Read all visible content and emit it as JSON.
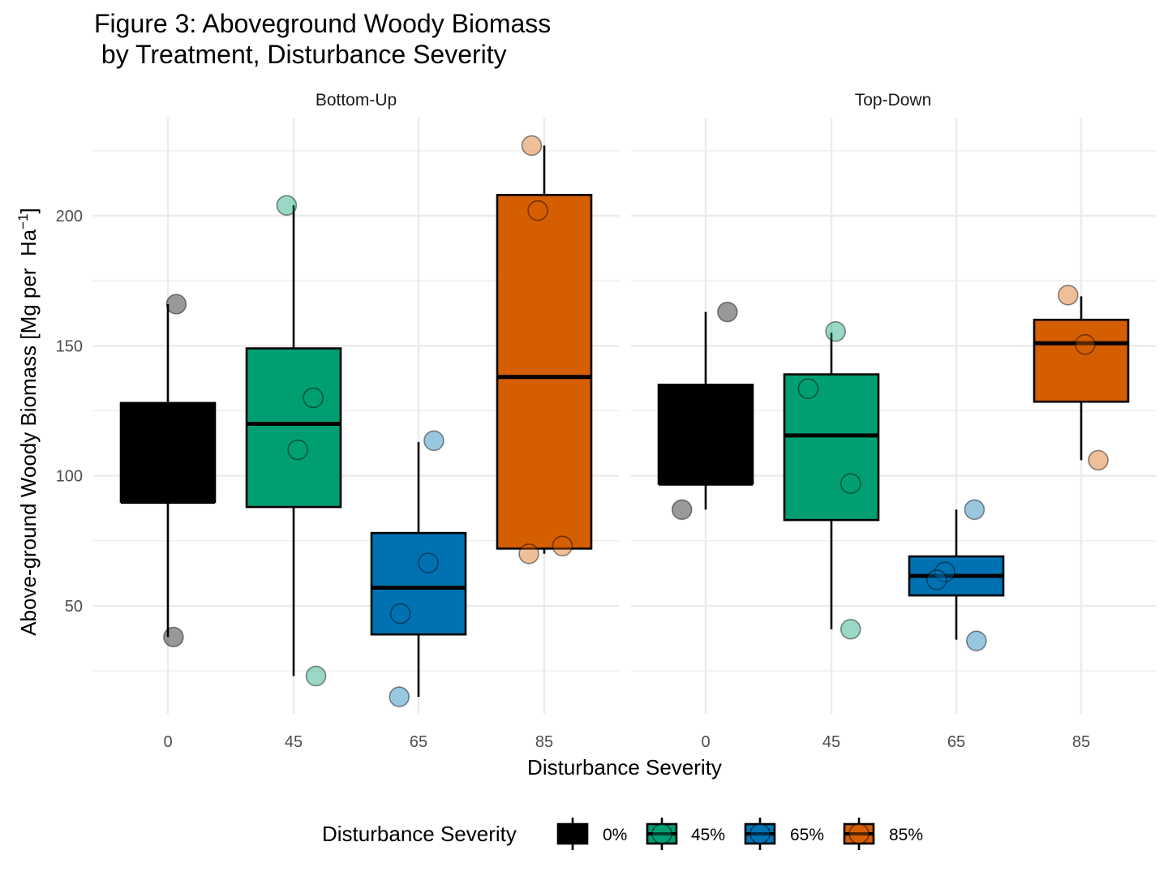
{
  "chart_data": {
    "type": "box",
    "title_lines": [
      "Figure 3:  Aboveground Woody Biomass",
      " by Treatment, Disturbance Severity"
    ],
    "xlabel": "Disturbance Severity",
    "ylabel": "Above-ground Woody Biomass [Mg per  Ha",
    "ylabel_sup": "−1",
    "ylabel_end": "]",
    "ylim": [
      8,
      232
    ],
    "yticks": [
      50,
      100,
      150,
      200
    ],
    "categories": [
      "0",
      "45",
      "65",
      "85"
    ],
    "grid": true,
    "legend": {
      "title": "Disturbance Severity",
      "position": "bottom",
      "entries": [
        {
          "label": "0%",
          "color": "#000000"
        },
        {
          "label": "45%",
          "color": "#009E73"
        },
        {
          "label": "65%",
          "color": "#0072B2"
        },
        {
          "label": "85%",
          "color": "#D55E00"
        }
      ]
    },
    "panels": [
      {
        "name": "Bottom-Up",
        "boxes": [
          {
            "category": "0",
            "color": "#000000",
            "whisker_low": 38,
            "q1": 90,
            "median": 90,
            "q3": 128,
            "whisker_high": 166
          },
          {
            "category": "45",
            "color": "#009E73",
            "whisker_low": 23,
            "q1": 88,
            "median": 120,
            "q3": 149,
            "whisker_high": 204
          },
          {
            "category": "65",
            "color": "#0072B2",
            "whisker_low": 15,
            "q1": 39,
            "median": 57,
            "q3": 78,
            "whisker_high": 113
          },
          {
            "category": "85",
            "color": "#D55E00",
            "whisker_low": 70,
            "q1": 72,
            "median": 138,
            "q3": 208,
            "whisker_high": 227
          }
        ],
        "points": [
          {
            "category": "0",
            "x_jitter": 3,
            "y": 166
          },
          {
            "category": "0",
            "x_jitter": 2,
            "y": 38
          },
          {
            "category": "45",
            "x_jitter": -2.5,
            "y": 204
          },
          {
            "category": "45",
            "x_jitter": 7,
            "y": 130
          },
          {
            "category": "45",
            "x_jitter": 1.5,
            "y": 110
          },
          {
            "category": "45",
            "x_jitter": 8,
            "y": 23
          },
          {
            "category": "65",
            "x_jitter": 3.5,
            "y": 66.5
          },
          {
            "category": "65",
            "x_jitter": 5.5,
            "y": 113.5
          },
          {
            "category": "65",
            "x_jitter": -6.5,
            "y": 47
          },
          {
            "category": "65",
            "x_jitter": -6.9,
            "y": 15
          },
          {
            "category": "85",
            "x_jitter": -4.5,
            "y": 227
          },
          {
            "category": "85",
            "x_jitter": -2.3,
            "y": 202
          },
          {
            "category": "85",
            "x_jitter": 6.5,
            "y": 73
          },
          {
            "category": "85",
            "x_jitter": -5.5,
            "y": 70
          }
        ]
      },
      {
        "name": "Top-Down",
        "boxes": [
          {
            "category": "0",
            "color": "#000000",
            "whisker_low": 87,
            "q1": 97,
            "median": 97,
            "q3": 135,
            "whisker_high": 163
          },
          {
            "category": "45",
            "color": "#009E73",
            "whisker_low": 41,
            "q1": 83,
            "median": 115.5,
            "q3": 139,
            "whisker_high": 155
          },
          {
            "category": "65",
            "color": "#0072B2",
            "whisker_low": 37,
            "q1": 54,
            "median": 61.5,
            "q3": 69,
            "whisker_high": 87
          },
          {
            "category": "85",
            "color": "#D55E00",
            "whisker_low": 106,
            "q1": 128.5,
            "median": 151,
            "q3": 160,
            "whisker_high": 169
          }
        ],
        "points": [
          {
            "category": "0",
            "x_jitter": 7.8,
            "y": 163
          },
          {
            "category": "0",
            "x_jitter": -8.5,
            "y": 87
          },
          {
            "category": "45",
            "x_jitter": 1.5,
            "y": 155.5
          },
          {
            "category": "45",
            "x_jitter": -8.3,
            "y": 133.5
          },
          {
            "category": "45",
            "x_jitter": 6.9,
            "y": 97
          },
          {
            "category": "45",
            "x_jitter": 6.9,
            "y": 41
          },
          {
            "category": "65",
            "x_jitter": 6.5,
            "y": 87
          },
          {
            "category": "65",
            "x_jitter": -4.1,
            "y": 63
          },
          {
            "category": "65",
            "x_jitter": -7,
            "y": 60
          },
          {
            "category": "65",
            "x_jitter": 7.2,
            "y": 36.5
          },
          {
            "category": "85",
            "x_jitter": -4.7,
            "y": 169.5
          },
          {
            "category": "85",
            "x_jitter": 1.4,
            "y": 150.5
          },
          {
            "category": "85",
            "x_jitter": 6.1,
            "y": 106
          }
        ]
      }
    ]
  }
}
